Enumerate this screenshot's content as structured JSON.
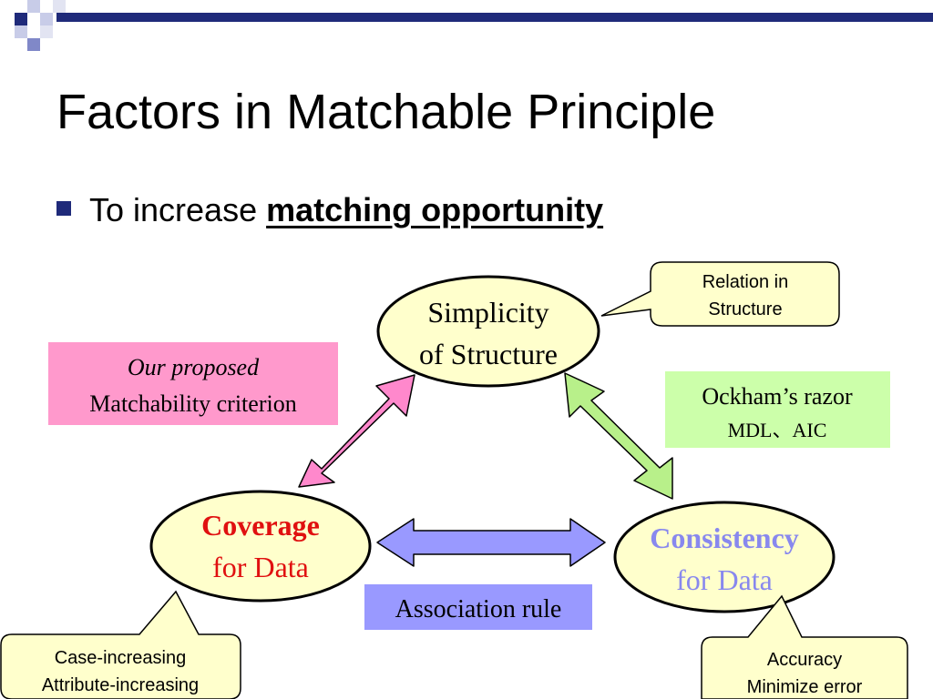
{
  "slide": {
    "title": "Factors in Matchable Principle",
    "bullet_prefix": "To increase ",
    "bullet_emphasis": "matching opportunity"
  },
  "nodes": {
    "simplicity": {
      "line1": "Simplicity",
      "line2": "of Structure"
    },
    "coverage": {
      "line1": "Coverage",
      "line2": "for Data"
    },
    "consistency": {
      "line1": "Consistency",
      "line2": "for Data"
    }
  },
  "labels": {
    "proposed": {
      "line1": "Our proposed",
      "line2": "Matchability criterion"
    },
    "ockham": {
      "line1": "Ockham’s  razor",
      "line2": "MDL、AIC"
    },
    "association": "Association  rule"
  },
  "callouts": {
    "relation": {
      "line1": "Relation in",
      "line2": "Structure"
    },
    "case": {
      "line1": "Case-increasing",
      "line2": "Attribute-increasing"
    },
    "accuracy": {
      "line1": "Accuracy",
      "line2": "Minimize error"
    }
  },
  "colors": {
    "ellipse_fill": "#ffffcc",
    "callout_fill": "#ffffcc",
    "pink": "#ff99cc",
    "green": "#ccffaa",
    "blue_label": "#9999ff",
    "arrow_pink": "#ff88cc",
    "arrow_green": "#b8f08a",
    "arrow_blue": "#9999ff",
    "red_text": "#e01010",
    "purple_text": "#8888ee",
    "accent_navy": "#1f2a7a"
  }
}
